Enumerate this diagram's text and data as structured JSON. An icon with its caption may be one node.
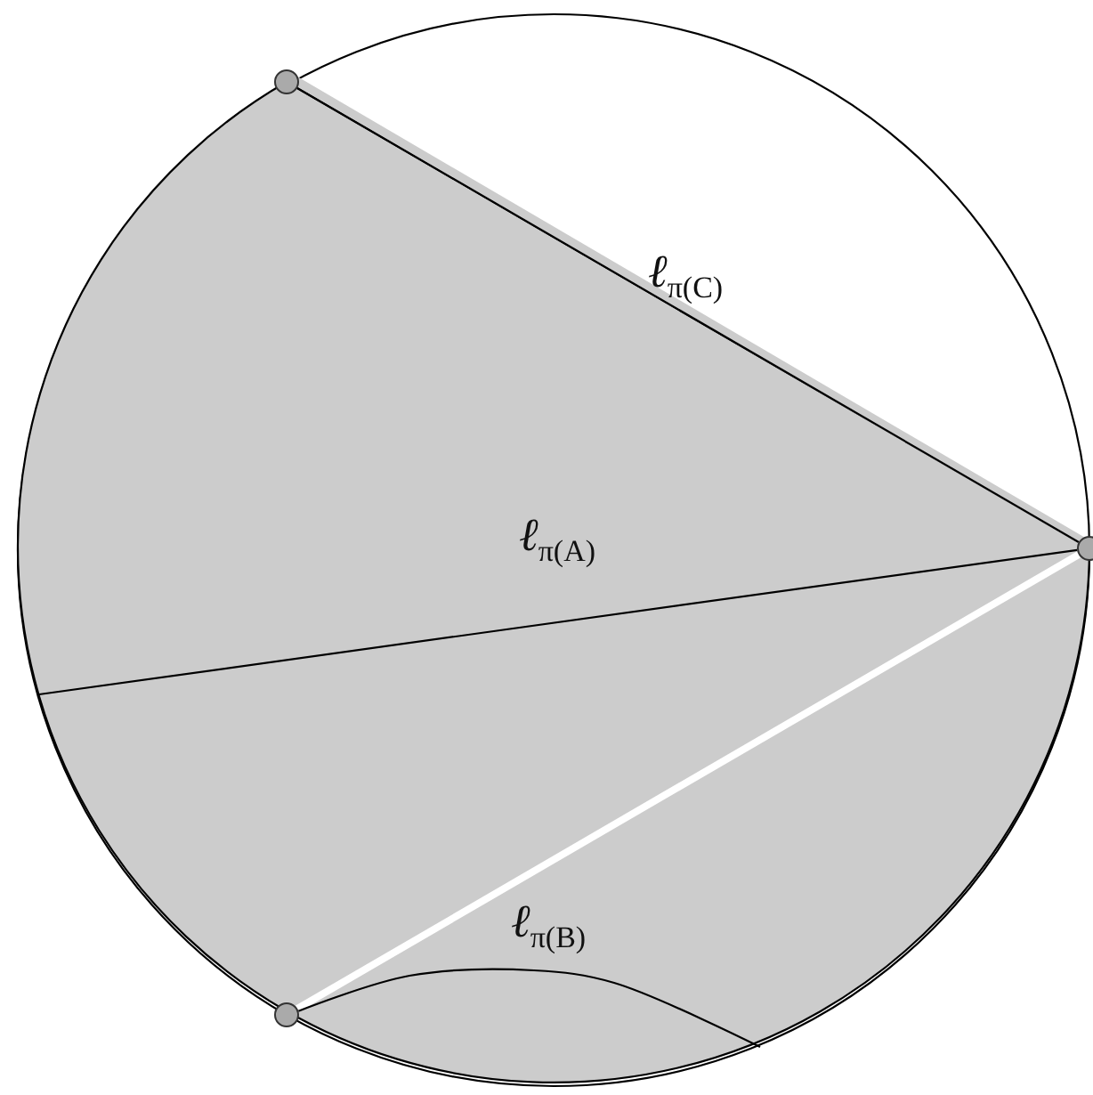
{
  "diagram": {
    "nodes": [
      {
        "text": [],
        "shape": "circle"
      },
      {
        "text": [],
        "shape": "circle"
      },
      {
        "text": [],
        "shape": "circle"
      }
    ],
    "edges": [
      {
        "from": 0,
        "to": 1,
        "arrow": "none",
        "label": "ℓ$_{π(C)}$"
      },
      {
        "from": null,
        "to": 1,
        "arrow": "none",
        "label": "ℓ$_{π(A)}$"
      },
      {
        "from": 2,
        "to": 1,
        "arrow": "none",
        "style": "thick",
        "color": "#ffffff"
      },
      {
        "from": 2,
        "to": null,
        "arrow": "none",
        "label": "ℓ$_{π(B)}$"
      }
    ]
  }
}
